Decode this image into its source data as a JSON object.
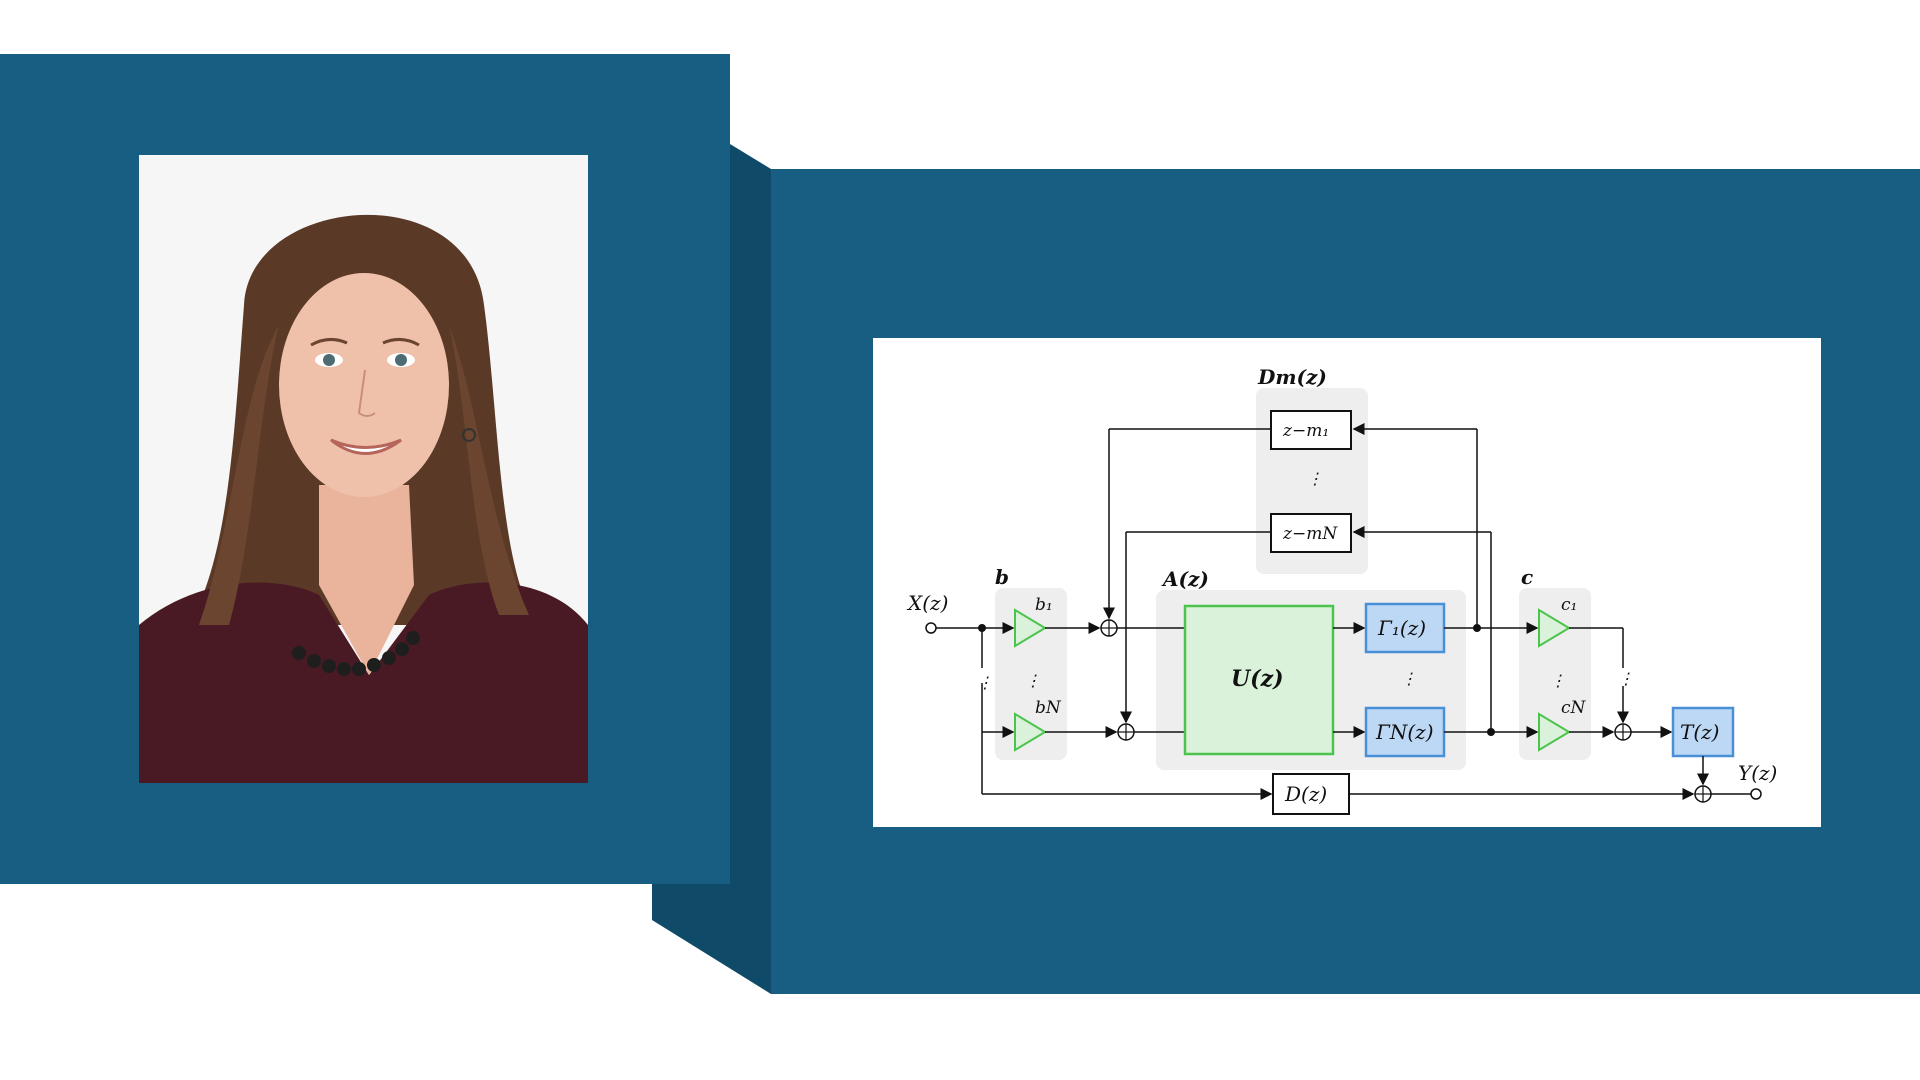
{
  "colors": {
    "panel": "#175e82",
    "panel_shadow": "#0f4a68",
    "gain_green": "#4cc34c",
    "gain_fill": "#d9f2d9",
    "block_blue": "#4a90d9",
    "block_blue_fill": "#bcd8f5",
    "group_grey": "#eeeeee"
  },
  "photo": {
    "description_icon": "portrait-photo"
  },
  "diagram": {
    "input_label": "X(z)",
    "output_label": "Y(z)",
    "b_group_label": "b",
    "b1_label": "b₁",
    "bN_label": "bN",
    "a_group_label": "A(z)",
    "u_block_label": "U(z)",
    "gamma1_label": "Γ₁(z)",
    "gammaN_label": "ΓN(z)",
    "dm_group_label": "Dm(z)",
    "delay1_label": "z−m₁",
    "delayN_label": "z−mN",
    "c_group_label": "c",
    "c1_label": "c₁",
    "cN_label": "cN",
    "t_block_label": "T(z)",
    "d_block_label": "D(z)",
    "vdots": "⋮"
  }
}
